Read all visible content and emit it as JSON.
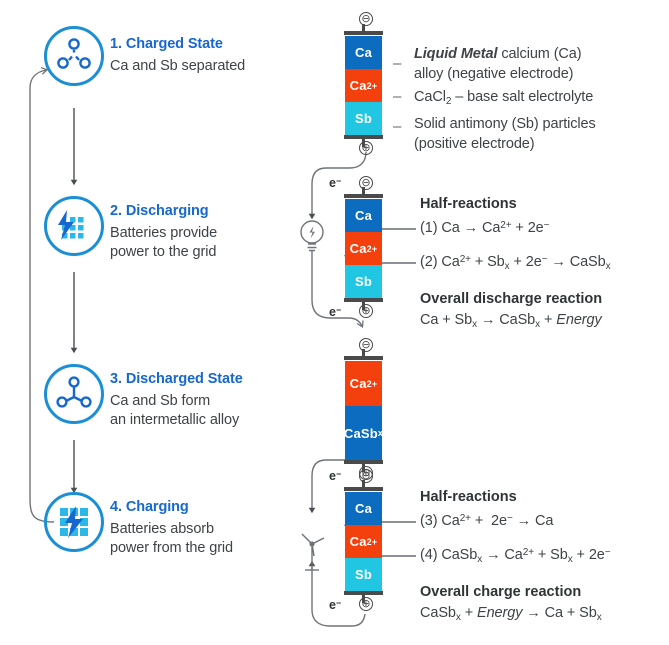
{
  "steps": [
    {
      "num": "1.",
      "title": "1. Charged State",
      "sub1": "Ca and Sb separated",
      "sub2": "",
      "icon": "molecule-icon"
    },
    {
      "num": "2.",
      "title": "2. Discharging",
      "sub1": "Batteries provide",
      "sub2": "power to the grid",
      "icon": "battery-grid-bolt-icon"
    },
    {
      "num": "3.",
      "title": "3. Discharged State",
      "sub1": "Ca and Sb form",
      "sub2": "an intermetallic alloy",
      "icon": "alloy-node-icon"
    },
    {
      "num": "4.",
      "title": "4. Charging",
      "sub1": "Batteries absorb",
      "sub2": "power from the grid",
      "icon": "grid-bolt-square-icon"
    }
  ],
  "cells": {
    "cell1": {
      "bands": [
        {
          "label": "Ca",
          "color": "#0c6cc0"
        },
        {
          "label": "Ca2+",
          "color": "#f4400c"
        },
        {
          "label": "Sb",
          "color": "#21c7e2"
        }
      ],
      "neg": "⊖",
      "pos": "⊕"
    },
    "cell2": {
      "bands": [
        {
          "label": "Ca",
          "color": "#0c6cc0"
        },
        {
          "label": "Ca2+",
          "color": "#f4400c"
        },
        {
          "label": "Sb",
          "color": "#21c7e2"
        }
      ],
      "neg": "⊖",
      "pos": "⊕",
      "e_top": "e−",
      "e_bot": "e−"
    },
    "cell3": {
      "bands": [
        {
          "label": "Ca2+",
          "color": "#f4400c"
        },
        {
          "label": "CaSbx",
          "color": "#0c6cc0"
        }
      ],
      "neg": "⊖",
      "pos": "⊕"
    },
    "cell4": {
      "bands": [
        {
          "label": "Ca",
          "color": "#0c6cc0"
        },
        {
          "label": "Ca2+",
          "color": "#f4400c"
        },
        {
          "label": "Sb",
          "color": "#21c7e2"
        }
      ],
      "neg": "⊖",
      "pos": "⊕",
      "e_top": "e−",
      "e_bot": "e−"
    }
  },
  "legend": {
    "dash": "–",
    "items": [
      {
        "line1_pre_italic": "Liquid Metal",
        "line1_rest": " calcium (Ca)",
        "line2": "alloy (negative electrode)"
      },
      {
        "line1_pre_italic": "",
        "line1_rest": "CaCl2 – base salt electrolyte",
        "line2": ""
      },
      {
        "line1_pre_italic": "",
        "line1_rest": "Solid antimony (Sb) particles",
        "line2": "(positive electrode)"
      }
    ]
  },
  "discharge": {
    "heading": "Half-reactions",
    "rx1": "(1) Ca → Ca2+ + 2e−",
    "rx2": "(2) Ca2+ + Sbx + 2e− → CaSbx",
    "overall_heading": "Overall discharge reaction",
    "overall": "Ca + Sbx → CaSbx + Energy"
  },
  "charge": {
    "heading": "Half-reactions",
    "rx3": "(3) Ca2+ +  2e− → Ca",
    "rx4": "(4) CaSbx → Ca2+ + Sbx + 2e−",
    "overall_heading": "Overall charge reaction",
    "overall": "CaSbx + Energy → Ca + Sbx"
  },
  "icons": {
    "lightbulb": "lightbulb-icon",
    "windturbine": "wind-turbine-icon",
    "ion_arrow_down": "ion-flow-down-arrow",
    "ion_arrow_up": "ion-flow-up-arrow"
  },
  "colors": {
    "accent_blue": "#1668cf",
    "circle_blue": "#1b8fd4",
    "band_blue": "#0c6cc0",
    "band_orange": "#f4400c",
    "band_cyan": "#21c7e2",
    "text_dark": "#3e4347",
    "line_gray": "#6f7478",
    "arrow_orange": "#f4551c"
  }
}
